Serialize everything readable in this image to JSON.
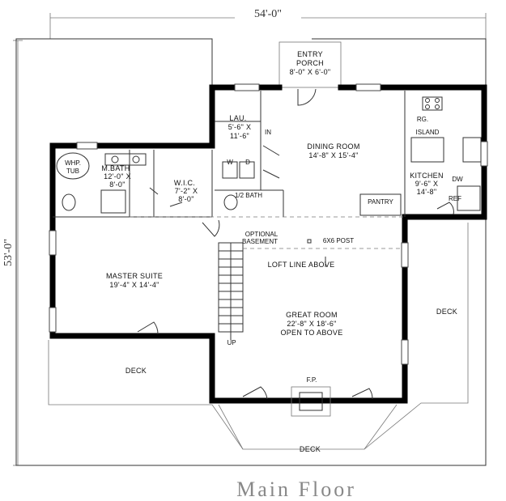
{
  "dimensions": {
    "width_label": "54'-0\"",
    "depth_label": "53'-0\""
  },
  "caption": "Main Floor",
  "rooms": {
    "entry_porch": {
      "name_1": "ENTRY",
      "name_2": "PORCH",
      "size": "8'-0\" X 6'-0\""
    },
    "dining_room": {
      "name": "DINING ROOM",
      "size": "14'-8\" X 15'-4\""
    },
    "laundry": {
      "name": "LAU.",
      "size_1": "5'-6\" X",
      "size_2": "11'-6\""
    },
    "kitchen": {
      "name": "KITCHEN",
      "size_1": "9'-6\" X",
      "size_2": "14'-8\""
    },
    "master_bath": {
      "name": "M.BATH",
      "size_1": "12'-0\" X",
      "size_2": "8'-0\""
    },
    "wic": {
      "name": "W.I.C.",
      "size_1": "7'-2\" X",
      "size_2": "8'-0\""
    },
    "half_bath": {
      "name": "1/2 BATH"
    },
    "master_suite": {
      "name": "MASTER SUITE",
      "size": "19'-4\" X 14'-4\""
    },
    "great_room": {
      "name": "GREAT ROOM",
      "size": "22'-8\" X 18'-6\"",
      "note": "OPEN TO ABOVE"
    },
    "deck_left": {
      "name": "DECK"
    },
    "deck_right": {
      "name": "DECK"
    },
    "deck_bottom": {
      "name": "DECK"
    }
  },
  "fixtures": {
    "whirlpool_1": "WHP.",
    "whirlpool_2": "TUB",
    "in_label": "IN",
    "washer": "W",
    "dryer": "D",
    "range": "RG.",
    "island": "ISLAND",
    "dishwasher": "DW",
    "refrigerator": "REF",
    "pantry": "PANTRY",
    "fireplace": "F.P.",
    "stair_up": "UP"
  },
  "annotations": {
    "optional_1": "OPTIONAL",
    "optional_2": "BASEMENT",
    "post": "6X6 POST",
    "loft_line": "LOFT LINE ABOVE"
  }
}
